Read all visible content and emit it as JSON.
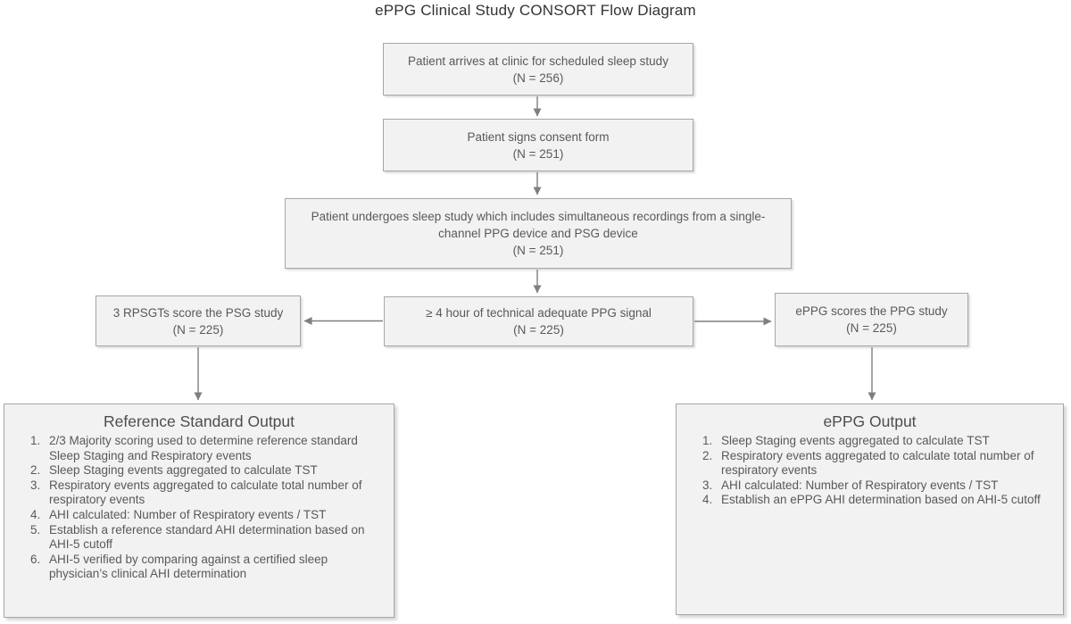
{
  "title": "ePPG Clinical Study CONSORT Flow Diagram",
  "boxes": {
    "arrive": {
      "label": "Patient arrives at clinic for scheduled sleep study",
      "n": "(N = 256)"
    },
    "consent": {
      "label": "Patient signs consent form",
      "n": "(N = 251)"
    },
    "study": {
      "label": "Patient undergoes sleep study which includes simultaneous recordings from a single-channel PPG device and PSG device",
      "n": "(N = 251)"
    },
    "signal": {
      "label": "≥ 4 hour of technical adequate PPG signal",
      "n": "(N = 225)"
    },
    "rpsgt": {
      "label": "3 RPSGTs score the PSG study",
      "n": "(N = 225)"
    },
    "eppg_scores": {
      "label": "ePPG scores the PPG study",
      "n": "(N = 225)"
    }
  },
  "reference_output": {
    "heading": "Reference Standard Output",
    "items": [
      {
        "num": "1.",
        "text": "2/3 Majority scoring used to determine reference standard Sleep Staging and Respiratory events"
      },
      {
        "num": "2.",
        "text": "Sleep Staging events aggregated to calculate TST"
      },
      {
        "num": "3.",
        "text": "Respiratory events aggregated to calculate total number of respiratory events"
      },
      {
        "num": "4.",
        "text": "AHI calculated: Number of Respiratory events / TST"
      },
      {
        "num": "5.",
        "text": "Establish a reference standard AHI determination based on AHI-5 cutoff"
      },
      {
        "num": "6.",
        "text": "AHI-5 verified by comparing against a certified sleep physician’s clinical AHI determination"
      }
    ]
  },
  "eppg_output": {
    "heading": "ePPG Output",
    "items": [
      {
        "num": "1.",
        "text": "Sleep Staging events aggregated to calculate TST"
      },
      {
        "num": "2.",
        "text": "Respiratory events aggregated to calculate total number of respiratory events"
      },
      {
        "num": "3.",
        "text": "AHI calculated: Number of Respiratory events / TST"
      },
      {
        "num": "4.",
        "text": "Establish an ePPG AHI determination based on AHI-5 cutoff"
      }
    ]
  },
  "colors": {
    "box_fill": "#f2f2f2",
    "box_border": "#a6a6a6",
    "arrow": "#7f7f7f",
    "text": "#595959",
    "title": "#333333"
  }
}
